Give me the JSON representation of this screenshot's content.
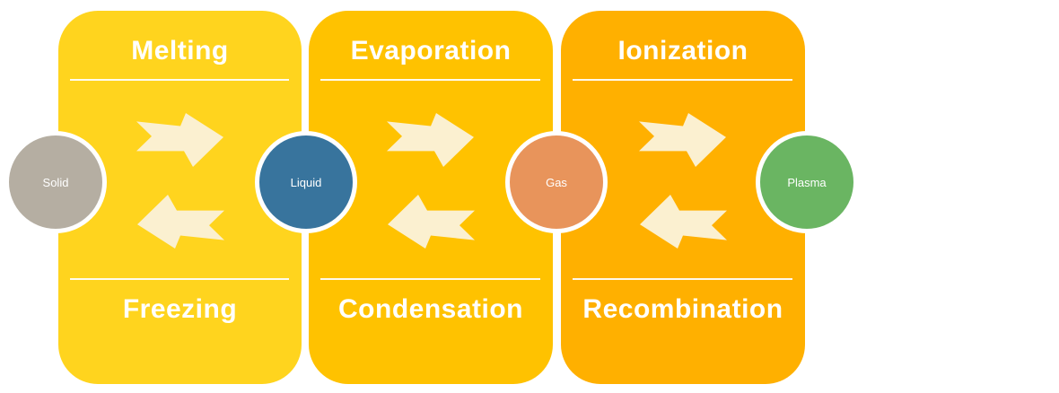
{
  "colors": {
    "background": "#FFFFFF",
    "arrow": "#FBF0D0",
    "divider": "rgba(255,255,255,0.92)",
    "title_text": "#FFFFFF",
    "state_text": "#FFFFFF",
    "state_ring": "#FFFFFF"
  },
  "panels": [
    {
      "forward_label": "Melting",
      "reverse_label": "Freezing",
      "color": "#FFD41E"
    },
    {
      "forward_label": "Evaporation",
      "reverse_label": "Condensation",
      "color": "#FFC200"
    },
    {
      "forward_label": "Ionization",
      "reverse_label": "Recombination",
      "color": "#FFB000"
    }
  ],
  "states": [
    {
      "label": "Solid",
      "color": "#B5AEA2"
    },
    {
      "label": "Liquid",
      "color": "#38749D"
    },
    {
      "label": "Gas",
      "color": "#E8945B"
    },
    {
      "label": "Plasma",
      "color": "#6AB562"
    }
  ]
}
